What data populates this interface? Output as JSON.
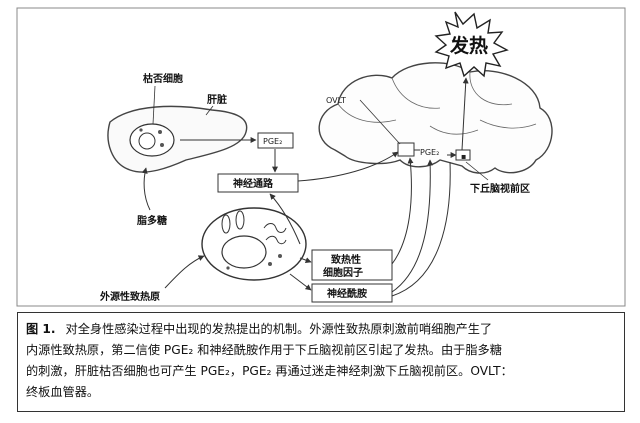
{
  "figure": {
    "labels": {
      "kupffer_cell": "枯否细胞",
      "liver": "肝脏",
      "pge2_liver": "PGE₂",
      "pge2_brain": "PGE₂",
      "ovlt": "OVLT",
      "fever": "发热",
      "neural_pathway": "神经通路",
      "hypothalamus": "下丘脑视前区",
      "lps": "脂多糖",
      "pyrogenic_cytokine_1": "致热性",
      "pyrogenic_cytokine_2": "细胞因子",
      "ceramide": "神经酰胺",
      "exogenous_pyrogen": "外源性致热原"
    }
  },
  "caption": {
    "label": "图 1.",
    "line1": "对全身性感染过程中出现的发热提出的机制。外源性致热原刺激前哨细胞产生了",
    "line2": "内源性致热原，第二信使 PGE₂ 和神经酰胺作用于下丘脑视前区引起了发热。由于脂多糖",
    "line3": "的刺激，肝脏枯否细胞也可产生 PGE₂，PGE₂ 再通过迷走神经刺激下丘脑视前区。OVLT：",
    "line4": "终板血管器。"
  }
}
